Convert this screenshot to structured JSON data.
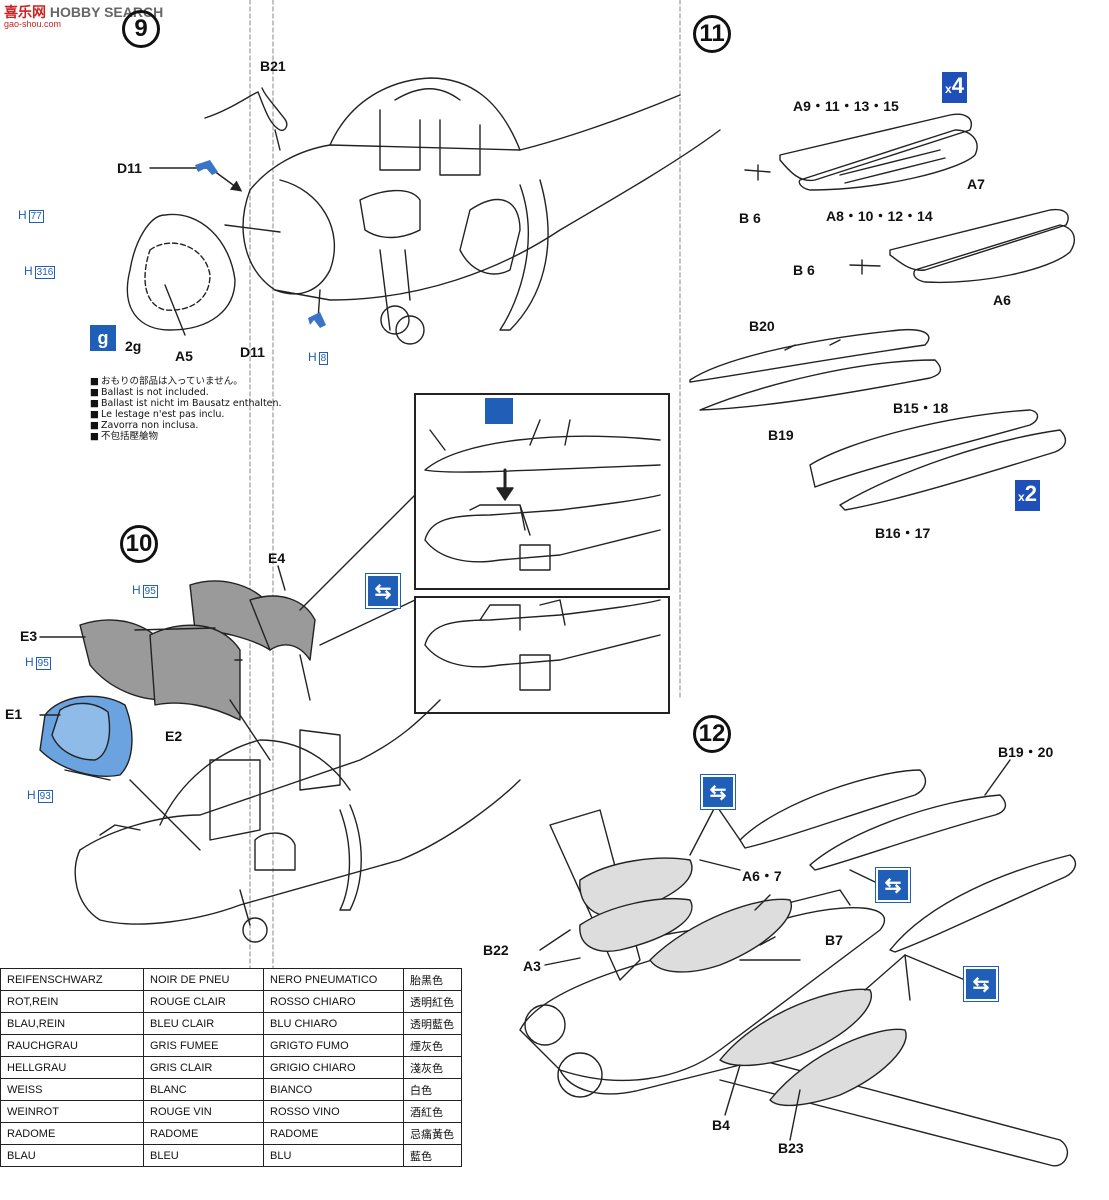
{
  "watermark": {
    "brand": "喜乐网",
    "text": "HOBBY SEARCH",
    "url": "gao-shou.com"
  },
  "steps": {
    "s9": "9",
    "s10": "10",
    "s11": "11",
    "s12": "12"
  },
  "step9": {
    "parts": {
      "b21": "B21",
      "d11_top": "D11",
      "d11_bottom": "D11",
      "a5": "A5"
    },
    "href": {
      "h77": "77",
      "h316": "316",
      "h8": "8"
    },
    "weight": "2g",
    "ballast_notes": [
      "おもりの部品は入っていません。",
      "Ballast is not included.",
      "Ballast ist nicht im Bausatz enthalten.",
      "Le lestage n'est pas inclu.",
      "Zavorra non inclusa.",
      "不包括壓艙物"
    ]
  },
  "step10": {
    "parts": {
      "e4": "E4",
      "e3": "E3",
      "e2": "E2",
      "e1": "E1"
    },
    "href": {
      "h95a": "95",
      "h95b": "95",
      "h93": "93"
    }
  },
  "step11": {
    "parts": {
      "a9": "A9・11・13・15",
      "a8": "A8・10・12・14",
      "b6a": "B 6",
      "a7": "A7",
      "b6b": "B 6",
      "a6": "A6",
      "b20": "B20",
      "b19": "B19",
      "b15": "B15・18",
      "b16": "B16・17"
    },
    "mult_x4": "4",
    "mult_x2": "2"
  },
  "step12": {
    "parts": {
      "b1920": "B19・20",
      "a67": "A6・7",
      "b7": "B7",
      "b22": "B22",
      "a3": "A3",
      "b4": "B4",
      "b23": "B23"
    }
  },
  "href_prefix": "H",
  "mult_prefix": "x",
  "colors": {
    "accent": "#1f5fb8",
    "part_fill": "#6aa3df",
    "gray_fill": "#9a9a9a"
  },
  "paint_table": [
    {
      "de": "REIFENSCHWARZ",
      "fr": "NOIR DE PNEU",
      "it": "NERO PNEUMATICO",
      "zh": "胎黑色"
    },
    {
      "de": "ROT,REIN",
      "fr": "ROUGE CLAIR",
      "it": "ROSSO CHIARO",
      "zh": "透明紅色"
    },
    {
      "de": "BLAU,REIN",
      "fr": "BLEU CLAIR",
      "it": "BLU CHIARO",
      "zh": "透明藍色"
    },
    {
      "de": "RAUCHGRAU",
      "fr": "GRIS FUMEE",
      "it": "GRIGTO FUMO",
      "zh": "煙灰色"
    },
    {
      "de": "HELLGRAU",
      "fr": "GRIS CLAIR",
      "it": "GRIGIO CHIARO",
      "zh": "淺灰色"
    },
    {
      "de": "WEISS",
      "fr": "BLANC",
      "it": "BIANCO",
      "zh": "白色"
    },
    {
      "de": "WEINROT",
      "fr": "ROUGE VIN",
      "it": "ROSSO VINO",
      "zh": "酒紅色"
    },
    {
      "de": "RADOME",
      "fr": "RADOME",
      "it": "RADOME",
      "zh": "忌痛黃色"
    },
    {
      "de": "BLAU",
      "fr": "BLEU",
      "it": "BLU",
      "zh": "藍色"
    }
  ]
}
